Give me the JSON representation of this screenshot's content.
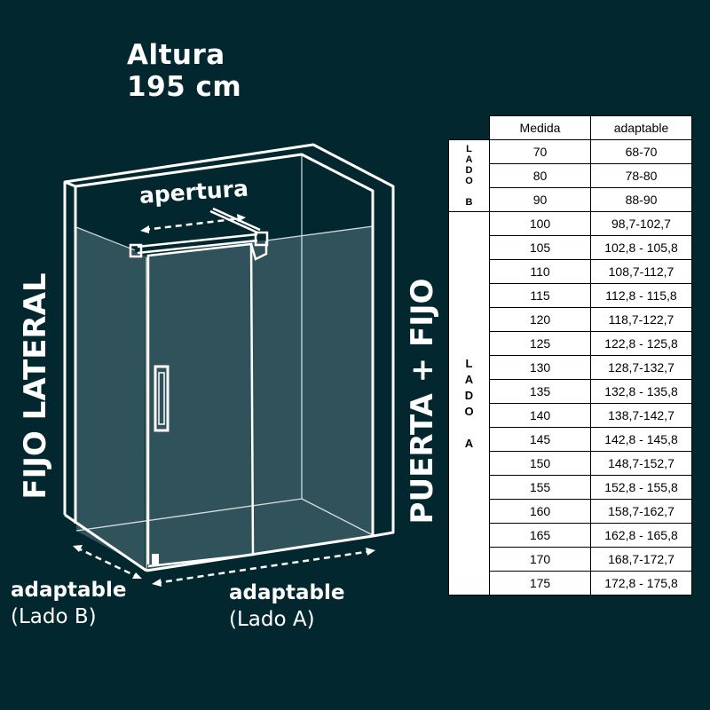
{
  "labels": {
    "altura_line1": "Altura",
    "altura_line2": "195 cm",
    "apertura": "apertura",
    "fijo_lateral": "FIJO LATERAL",
    "puerta_fijo": "PUERTA + FIJO",
    "lado_b_adaptable": "adaptable",
    "lado_b_name": "(Lado B)",
    "lado_a_adaptable": "adaptable",
    "lado_a_name": "(Lado A)"
  },
  "table": {
    "headers": [
      "Medida",
      "adaptable"
    ],
    "group_b_label": [
      "L",
      "A",
      "D",
      "O",
      "",
      "B"
    ],
    "group_a_label": [
      "L",
      "A",
      "D",
      "O",
      "",
      "A"
    ],
    "rows_b": [
      {
        "medida": "70",
        "adaptable": "68-70"
      },
      {
        "medida": "80",
        "adaptable": "78-80"
      },
      {
        "medida": "90",
        "adaptable": "88-90"
      }
    ],
    "rows_a": [
      {
        "medida": "100",
        "adaptable": "98,7-102,7"
      },
      {
        "medida": "105",
        "adaptable": "102,8 - 105,8"
      },
      {
        "medida": "110",
        "adaptable": "108,7-112,7"
      },
      {
        "medida": "115",
        "adaptable": "112,8 - 115,8"
      },
      {
        "medida": "120",
        "adaptable": "118,7-122,7"
      },
      {
        "medida": "125",
        "adaptable": "122,8 - 125,8"
      },
      {
        "medida": "130",
        "adaptable": "128,7-132,7"
      },
      {
        "medida": "135",
        "adaptable": "132,8 - 135,8"
      },
      {
        "medida": "140",
        "adaptable": "138,7-142,7"
      },
      {
        "medida": "145",
        "adaptable": "142,8 - 145,8"
      },
      {
        "medida": "150",
        "adaptable": "148,7-152,7"
      },
      {
        "medida": "155",
        "adaptable": "152,8 - 155,8"
      },
      {
        "medida": "160",
        "adaptable": "158,7-162,7"
      },
      {
        "medida": "165",
        "adaptable": "162,8 - 165,8"
      },
      {
        "medida": "170",
        "adaptable": "168,7-172,7"
      },
      {
        "medida": "175",
        "adaptable": "172,8 - 175,8"
      }
    ]
  },
  "colors": {
    "background": "#02272f",
    "glass": "#30525b",
    "line": "#ffffff"
  }
}
